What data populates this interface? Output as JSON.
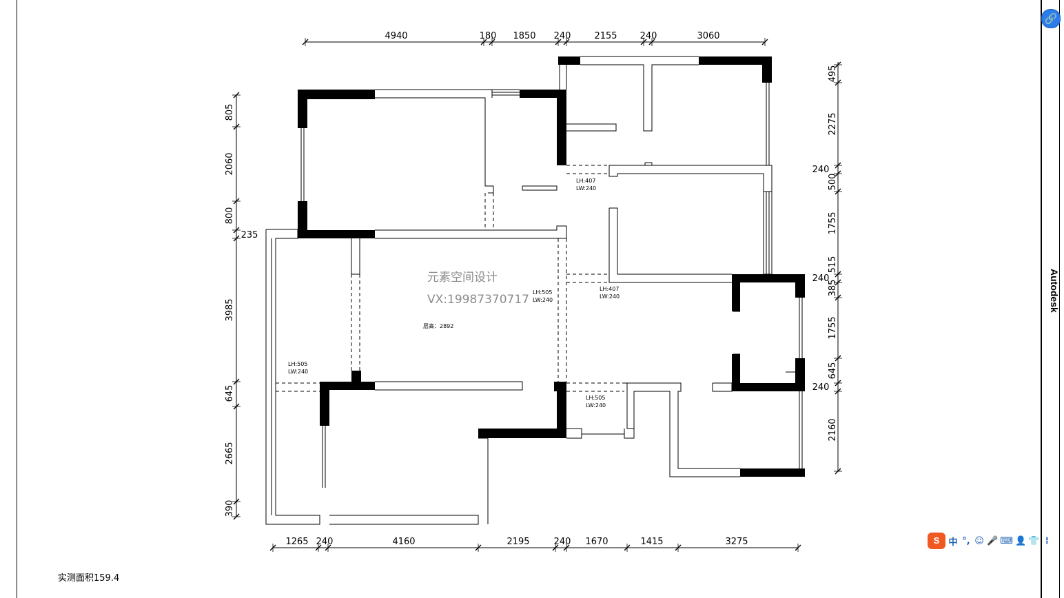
{
  "drawing": {
    "watermark_name": "元素空间设计",
    "watermark_contact": "VX:19987370717",
    "floor_height": "层高：2892",
    "area_note": "实测面积159.4",
    "brand_vertical": "Autodesk",
    "top_dims": [
      "4940",
      "180",
      "1850",
      "240",
      "2155",
      "240",
      "3060"
    ],
    "bottom_dims": [
      "1265",
      "240",
      "4160",
      "2195",
      "240",
      "1670",
      "1415",
      "3275"
    ],
    "left_dims": [
      "805",
      "2060",
      "800",
      "235",
      "3985",
      "645",
      "2665",
      "390"
    ],
    "right_dims": [
      "495",
      "2275",
      "240",
      "500",
      "1755",
      "515",
      "240",
      "385",
      "1755",
      "645",
      "240",
      "2160"
    ],
    "openings": [
      {
        "lh": "LH:407",
        "lw": "LW:240"
      },
      {
        "lh": "LH:505",
        "lw": "LW:240"
      },
      {
        "lh": "LH:407",
        "lw": "LW:240"
      },
      {
        "lh": "LH:505",
        "lw": "LW:240"
      },
      {
        "lh": "LH:505",
        "lw": "LW:240"
      }
    ]
  },
  "toolbar": {
    "link_icon": "link-icon",
    "ime_logo": "S",
    "ime_items": [
      "中",
      "°,",
      "☺",
      "🎤",
      "⌨",
      "👤",
      "👕",
      "⁞"
    ]
  }
}
